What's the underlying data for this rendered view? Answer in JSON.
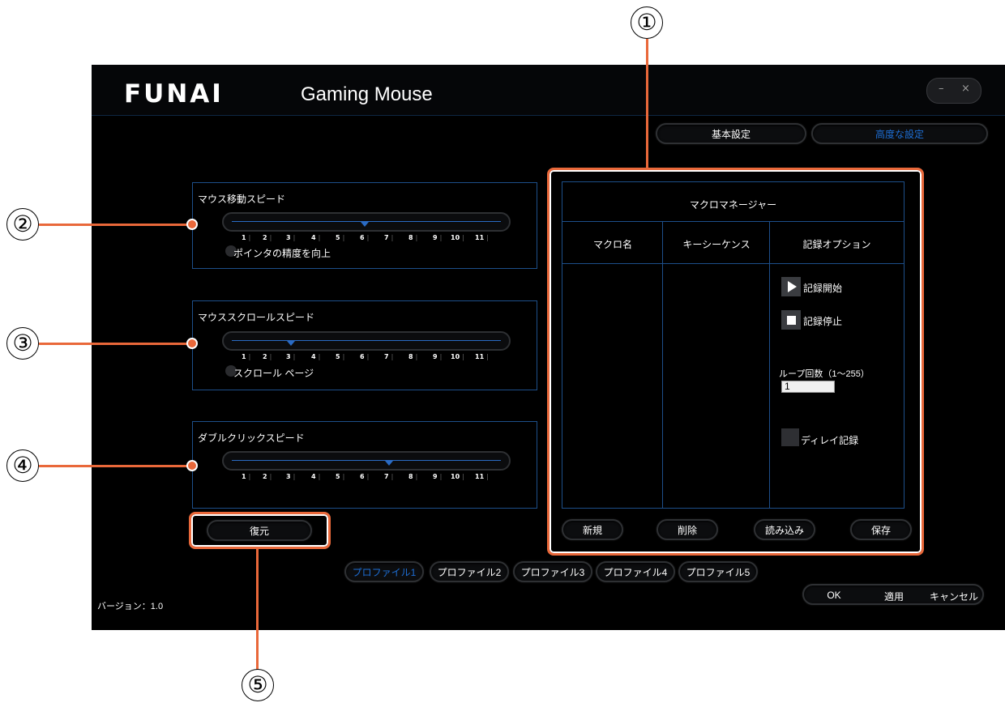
{
  "window": {
    "brand": "FUNAI",
    "product": "Gaming Mouse",
    "minimize_glyph": "–",
    "close_glyph": "×"
  },
  "tabs": [
    {
      "label": "基本設定",
      "active": false
    },
    {
      "label": "高度な設定",
      "active": true
    }
  ],
  "mouse_speed": {
    "title": "マウス移動スピード",
    "level": 6,
    "option_label": "ポインタの精度を向上"
  },
  "scroll_speed": {
    "title": "マウススクロールスピード",
    "level": 3,
    "option_label": "スクロール ページ"
  },
  "double_click_speed": {
    "title": "ダブルクリックスピード",
    "level": 7
  },
  "scale_ticks": [
    "1",
    "2",
    "3",
    "4",
    "5",
    "6",
    "7",
    "8",
    "9",
    "10",
    "11"
  ],
  "restore_button": "復元",
  "macro_manager": {
    "title": "マクロマネージャー",
    "columns": [
      "マクロ名",
      "キーシーケンス",
      "記録オプション"
    ],
    "record_start": "記録開始",
    "record_stop": "記録停止",
    "loop_label": "ループ回数（1～255）",
    "loop_value": "1",
    "delay_label": "ディレイ記録",
    "buttons": {
      "new": "新規",
      "delete": "削除",
      "load": "読み込み",
      "save": "保存"
    }
  },
  "profiles": [
    {
      "label": "プロファイル1",
      "active": true
    },
    {
      "label": "プロファイル2",
      "active": false
    },
    {
      "label": "プロファイル3",
      "active": false
    },
    {
      "label": "プロファイル4",
      "active": false
    },
    {
      "label": "プロファイル5",
      "active": false
    }
  ],
  "footer": {
    "version": "バージョン：1.0",
    "ok": "OK",
    "apply": "適用",
    "cancel": "キャンセル"
  },
  "callouts": [
    "①",
    "②",
    "③",
    "④",
    "⑤"
  ],
  "colors": {
    "accent_blue": "#1e6fd6",
    "panel_border": "#1d4f8a",
    "callout_orange": "#e9683a",
    "background": "#000000"
  }
}
